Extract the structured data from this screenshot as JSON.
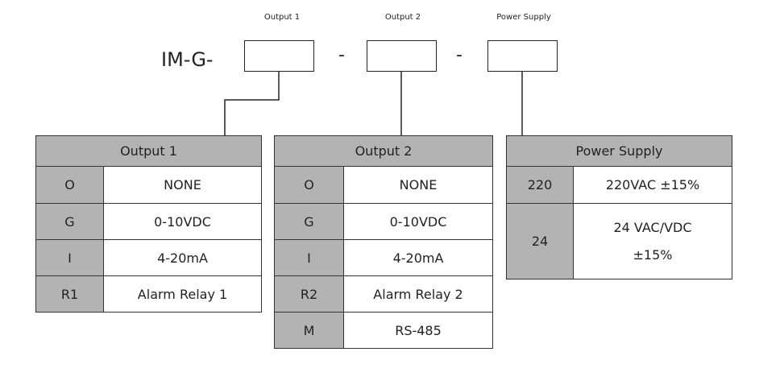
{
  "model_prefix": "IM-G-",
  "separator_1": "-",
  "separator_2": "-",
  "top_labels": {
    "output1": "Output 1",
    "output2": "Output 2",
    "power": "Power Supply"
  },
  "tables": {
    "output1": {
      "title": "Output 1",
      "rows": [
        {
          "code": "O",
          "desc": "NONE"
        },
        {
          "code": "G",
          "desc": "0-10VDC"
        },
        {
          "code": "I",
          "desc": "4-20mA"
        },
        {
          "code": "R1",
          "desc": "Alarm Relay 1"
        }
      ]
    },
    "output2": {
      "title": "Output 2",
      "rows": [
        {
          "code": "O",
          "desc": "NONE"
        },
        {
          "code": "G",
          "desc": "0-10VDC"
        },
        {
          "code": "I",
          "desc": "4-20mA"
        },
        {
          "code": "R2",
          "desc": "Alarm Relay 2"
        },
        {
          "code": "M",
          "desc": "RS-485"
        }
      ]
    },
    "power": {
      "title": "Power Supply",
      "rows": [
        {
          "code": "220",
          "desc": "220VAC ±15%"
        },
        {
          "code": "24",
          "desc_line1": "24 VAC/VDC",
          "desc_line2": "±15%"
        }
      ]
    }
  }
}
